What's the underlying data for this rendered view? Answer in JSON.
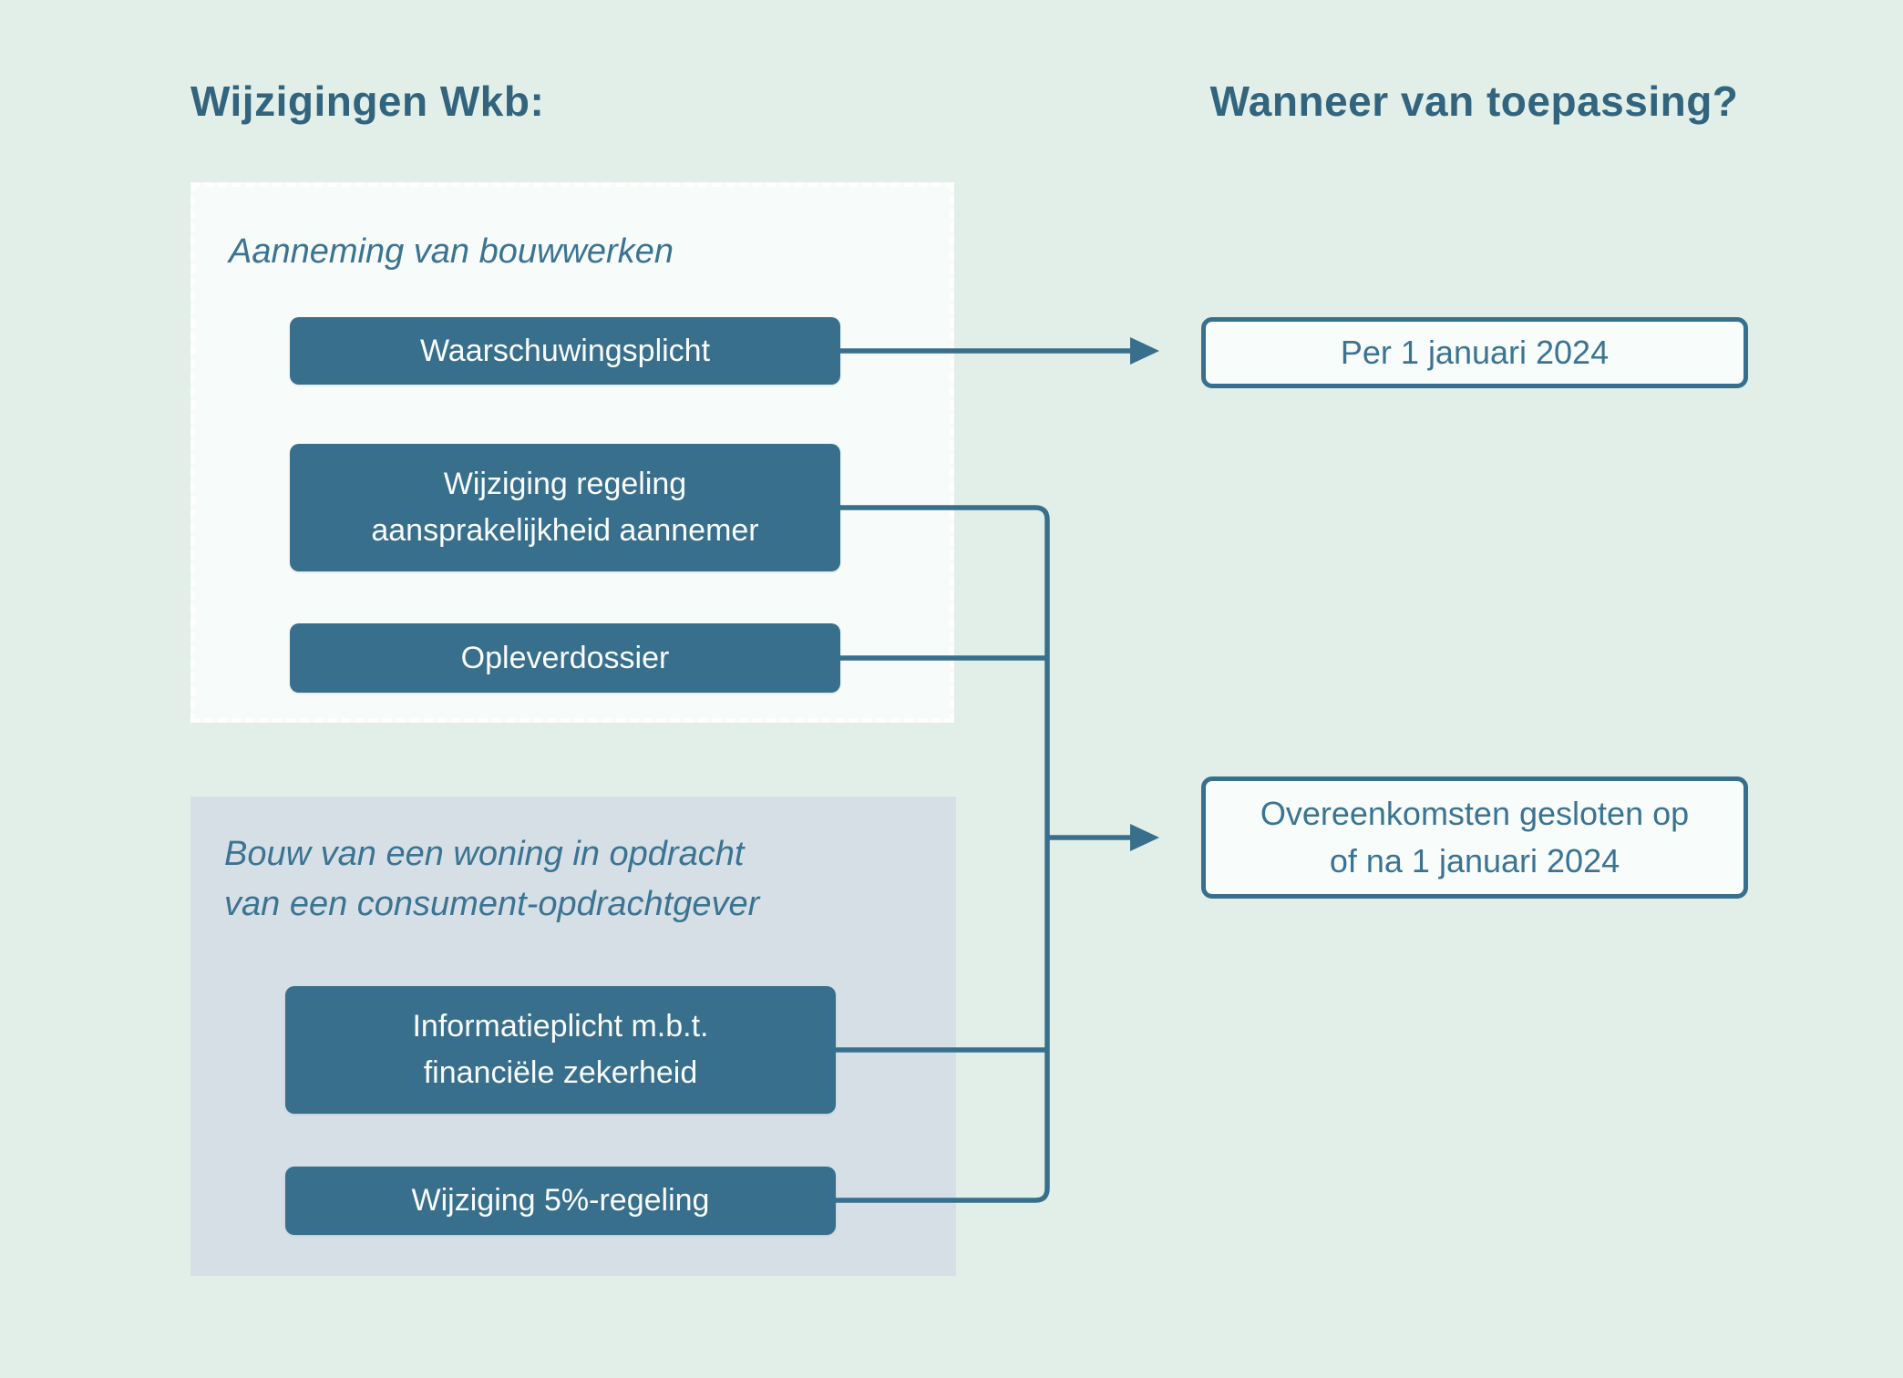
{
  "title_left": "Wijzigingen Wkb:",
  "title_right": "Wanneer van toepassing?",
  "colors": {
    "page_background": "#e2efe8",
    "accent_teal": "#386f8c",
    "heading_text": "#33647e",
    "label_text": "#3b7492",
    "group_aanneming_background": "#f7fbf9",
    "group_consument_background": "#d6dfe6",
    "node_text": "#fafdfc",
    "outcome_background": "#f8fcfa"
  },
  "groups": [
    {
      "label": "Aanneming van bouwwerken",
      "items": [
        {
          "label": "Waarschuwingsplicht"
        },
        {
          "label": "Wijziging regeling\naansprakelijkheid aannemer"
        },
        {
          "label": "Opleverdossier"
        }
      ]
    },
    {
      "label": "Bouw van een woning in opdracht\nvan een consument-opdrachtgever",
      "items": [
        {
          "label": "Informatieplicht m.b.t.\nfinanciële zekerheid"
        },
        {
          "label": "Wijziging 5%-regeling"
        }
      ]
    }
  ],
  "outcomes": [
    {
      "label": "Per 1 januari 2024"
    },
    {
      "label": "Overeenkomsten gesloten op\nof na 1 januari 2024"
    }
  ]
}
